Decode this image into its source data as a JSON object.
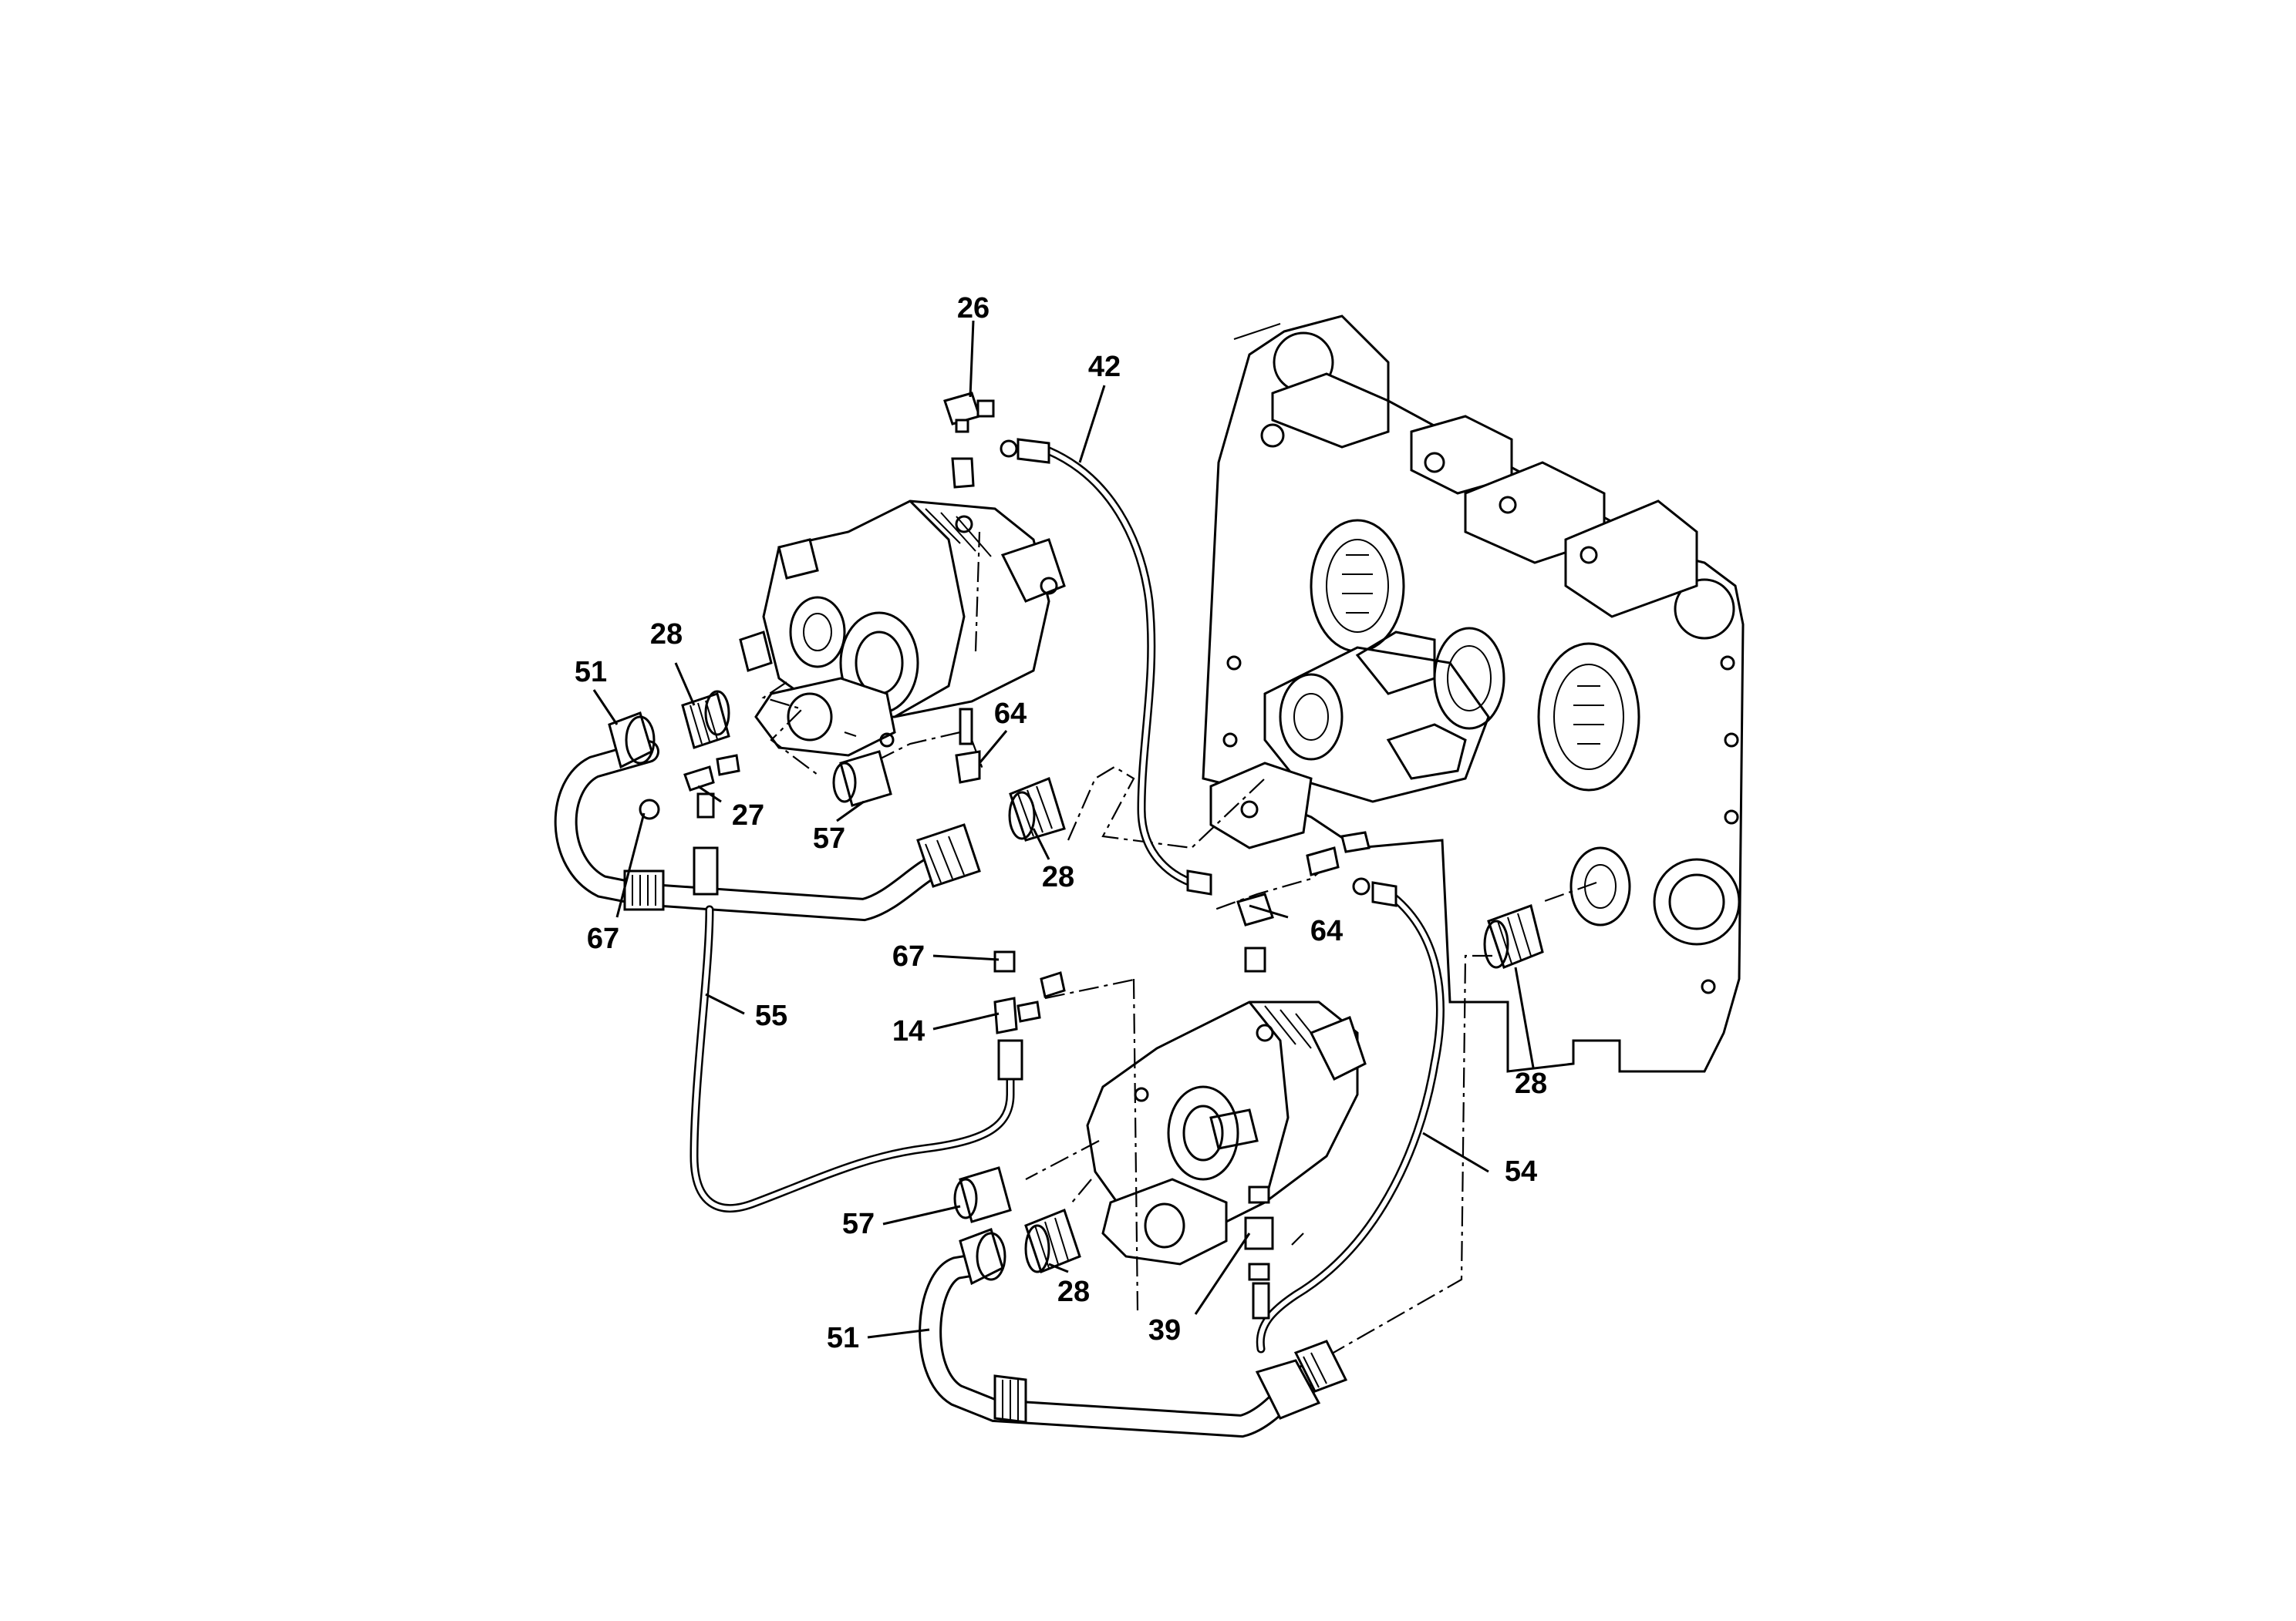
{
  "callouts": [
    {
      "id": "c26",
      "text": "26"
    },
    {
      "id": "c42",
      "text": "42"
    },
    {
      "id": "c28a",
      "text": "28"
    },
    {
      "id": "c51a",
      "text": "51"
    },
    {
      "id": "c64a",
      "text": "64"
    },
    {
      "id": "c27",
      "text": "27"
    },
    {
      "id": "c57a",
      "text": "57"
    },
    {
      "id": "c28b",
      "text": "28"
    },
    {
      "id": "c67a",
      "text": "67"
    },
    {
      "id": "c64b",
      "text": "64"
    },
    {
      "id": "c67b",
      "text": "67"
    },
    {
      "id": "c55",
      "text": "55"
    },
    {
      "id": "c14",
      "text": "14"
    },
    {
      "id": "c28c",
      "text": "28"
    },
    {
      "id": "c54",
      "text": "54"
    },
    {
      "id": "c57b",
      "text": "57"
    },
    {
      "id": "c28d",
      "text": "28"
    },
    {
      "id": "c39",
      "text": "39"
    },
    {
      "id": "c51b",
      "text": "51"
    }
  ]
}
